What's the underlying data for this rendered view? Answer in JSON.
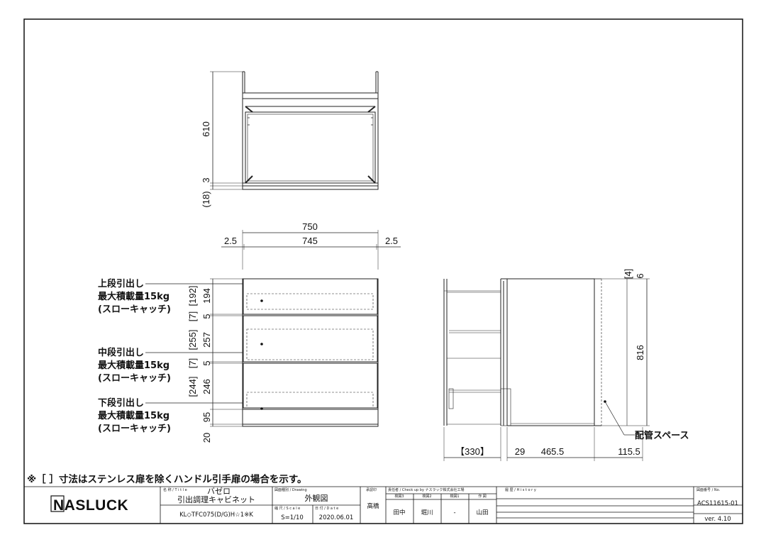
{
  "drawing": {
    "top_view": {
      "height_610": "610",
      "height_3": "3",
      "height_18": "(18)"
    },
    "front_view": {
      "width_750": "750",
      "width_745": "745",
      "margin_left": "2.5",
      "margin_right": "2.5",
      "upper_h": "194",
      "upper_h_alt": "[192]",
      "gap1": "5",
      "gap1_alt": "[7]",
      "middle_h": "257",
      "middle_h_alt": "[255]",
      "gap2": "5",
      "gap2_alt": "[7]",
      "lower_h": "246",
      "lower_h_alt": "[244]",
      "base_95": "95",
      "base_20": "20",
      "upper_drawer": [
        "上段引出し",
        "最大積載量15kg",
        "(スローキャッチ)"
      ],
      "middle_drawer": [
        "中段引出し",
        "最大積載量15kg",
        "(スローキャッチ)"
      ],
      "lower_drawer": [
        "下段引出し",
        "最大積載量15kg",
        "(スローキャッチ)"
      ]
    },
    "side_view": {
      "height_816": "816",
      "top_6": "6",
      "top_4": "[4]",
      "depth_330": "【330】",
      "depth_29": "29",
      "depth_465": "465.5",
      "depth_115": "115.5",
      "pipe_space": "配管スペース"
    },
    "note": "※［ ］寸法はステンレス扉を除くハンドル引手扉の場合を示す。"
  },
  "title_block": {
    "logo": "NASLUCK",
    "name_label": "名 称 / T i t l e",
    "name_brand": "バゼロ",
    "name": "引出調理キャビネット",
    "model": "KL◇TFC075(D/G)H☆1※K",
    "drawing_type_label": "図面種別 / Drawing",
    "drawing_type": "外観図",
    "scale_label": "縮 尺 / S c a l e",
    "scale": "S=1/10",
    "date_label": "日 付 / D a t e",
    "date": "2020.06.01",
    "approver_label": "承認印",
    "approver": "高橋",
    "check_label": "責任者 / Check up by ナスラック株式会社工場",
    "check_cols": [
      "検図3",
      "検図2",
      "検図1",
      "作 図"
    ],
    "check_vals": [
      "田中",
      "堀川",
      "-",
      "山田"
    ],
    "history_label": "履 歴 / H i s t o r y",
    "no_label": "図面番号 / No.",
    "no": "ACS11615-01",
    "version": "ver. 4.10"
  }
}
